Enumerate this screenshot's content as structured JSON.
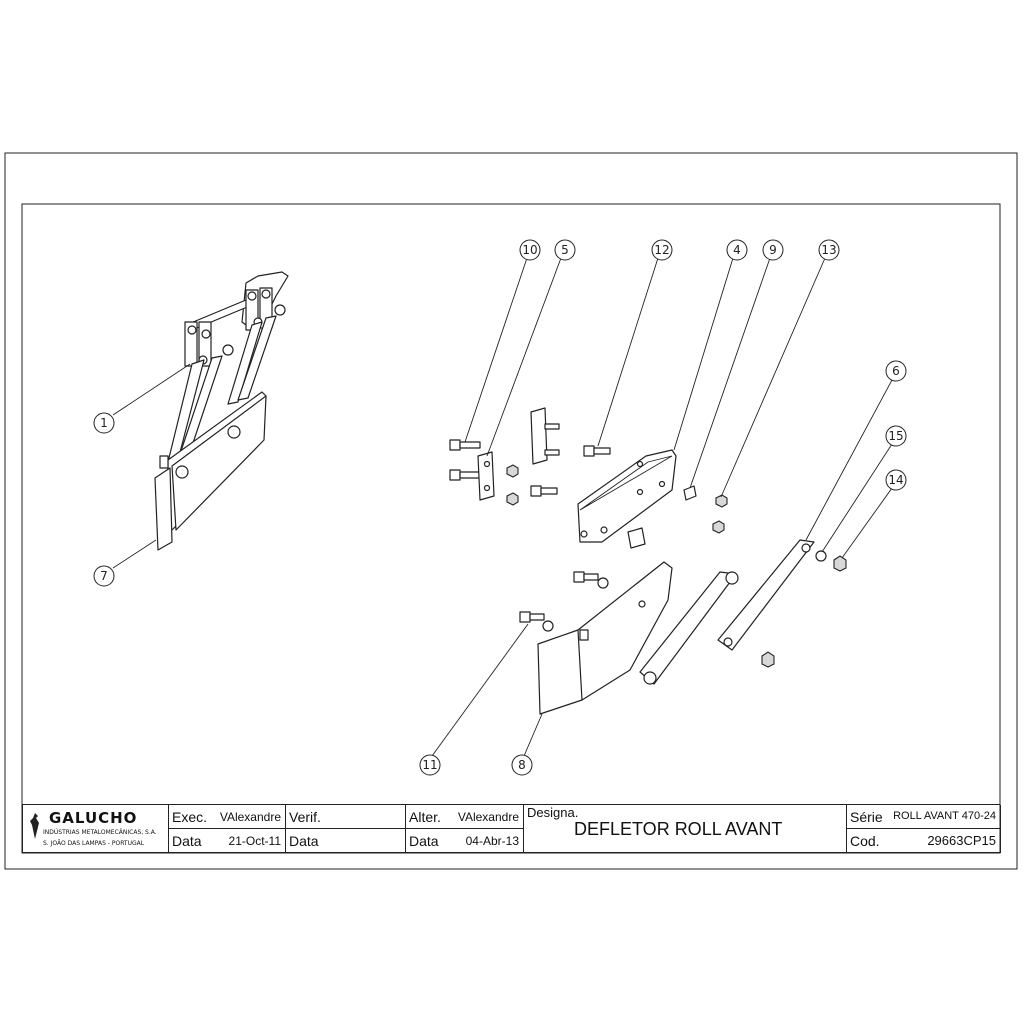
{
  "callouts": [
    "1",
    "7",
    "10",
    "5",
    "12",
    "4",
    "9",
    "13",
    "6",
    "15",
    "14",
    "11",
    "8"
  ],
  "title_block": {
    "company": "GALUCHO",
    "company_line1": "INDÚSTRIAS METALOMECÂNICAS, S.A.",
    "company_line2": "S. JOÃO DAS LAMPAS - PORTUGAL",
    "exec_label": "Exec.",
    "exec_value": "VAlexandre",
    "exec_date_label": "Data",
    "exec_date_value": "21-Oct-11",
    "verif_label": "Verif.",
    "verif_date_label": "Data",
    "alter_label": "Alter.",
    "alter_value": "VAlexandre",
    "alter_date_label": "Data",
    "alter_date_value": "04-Abr-13",
    "designa_label": "Designa.",
    "designa_value": "DEFLETOR ROLL AVANT",
    "serie_label": "Série",
    "serie_value": "ROLL AVANT 470-24",
    "cod_label": "Cod.",
    "cod_value": "29663CP15"
  }
}
